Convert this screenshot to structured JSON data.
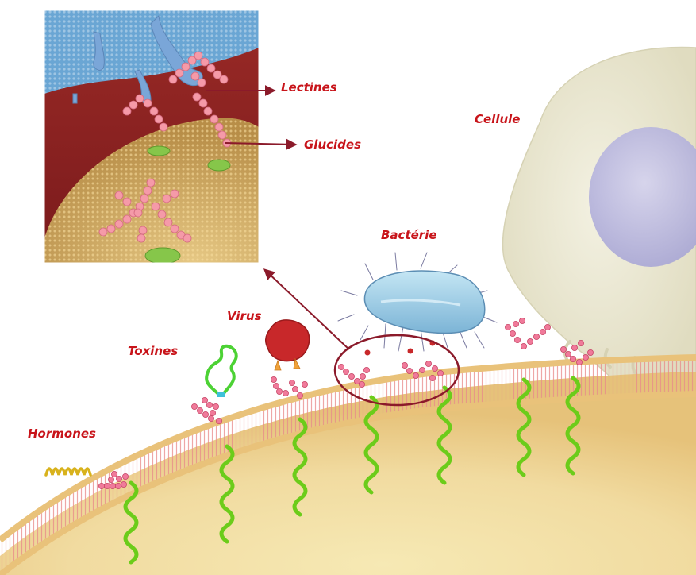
{
  "labels": {
    "lectines": "Lectines",
    "glucides": "Glucides",
    "cellule": "Cellule",
    "bacterie": "Bactérie",
    "virus": "Virus",
    "toxines": "Toxines",
    "hormones": "Hormones"
  },
  "colors": {
    "label": "#c8141a",
    "circle": "#8b1a2a",
    "arrow": "#8b1a2a",
    "membrane": "#e8c070",
    "helix": "#6ccc1a",
    "sugar": "#f07a9a",
    "bacterium": "#8ec8e6",
    "virus": "#c8282a",
    "cell": "#ece8d2",
    "nucleus": "#b7b6df",
    "inset_blue": "#6aa6d4",
    "inset_red": "#8e1e22",
    "inset_tan": "#d6b46a"
  }
}
